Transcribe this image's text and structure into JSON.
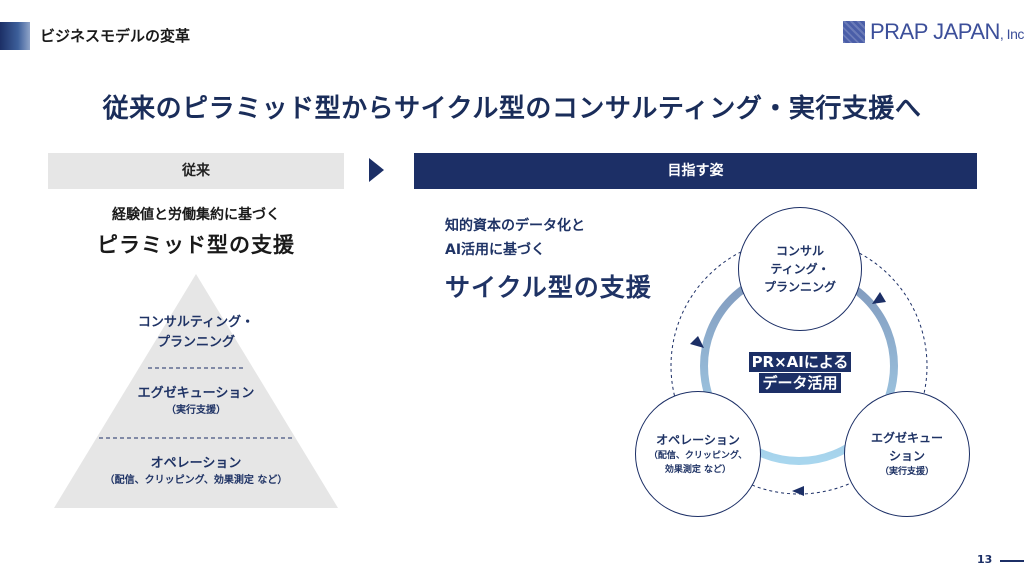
{
  "header": {
    "section_title": "ビジネスモデルの変革",
    "logo_text": "PRAP JAPAN",
    "logo_suffix": ", Inc"
  },
  "headline": "従来のピラミッド型からサイクル型のコンサルティング・実行支援へ",
  "left": {
    "label": "従来",
    "subtitle": "経験値と労働集約に基づく",
    "title": "ピラミッド型の支援",
    "tiers": [
      {
        "line1": "コンサルティング・",
        "line2": "プランニング"
      },
      {
        "line1": "エグゼキューション",
        "line2": "（実行支援）"
      },
      {
        "line1": "オペレーション",
        "line2": "（配信、クリッピング、効果測定 など）"
      }
    ]
  },
  "right": {
    "label": "目指す姿",
    "subtitle_line1": "知的資本のデータ化と",
    "subtitle_line2": "AI活用に基づく",
    "title": "サイクル型の支援",
    "center_line1": "PR×AIによる",
    "center_line2": "データ活用",
    "nodes": {
      "top": {
        "line1": "コンサル",
        "line2": "ティング・",
        "line3": "プランニング"
      },
      "right": {
        "line1": "エグゼキュー",
        "line2": "ション",
        "line3": "（実行支援）"
      },
      "left": {
        "line1": "オペレーション",
        "line2": "（配信、クリッピング、",
        "line3": "効果測定 など）"
      }
    }
  },
  "colors": {
    "navy": "#1c2f66",
    "ring_top": "#7f97bb",
    "ring_bottom": "#a8d6ee",
    "pyramid": "#e6e6e6"
  },
  "page_number": "13"
}
